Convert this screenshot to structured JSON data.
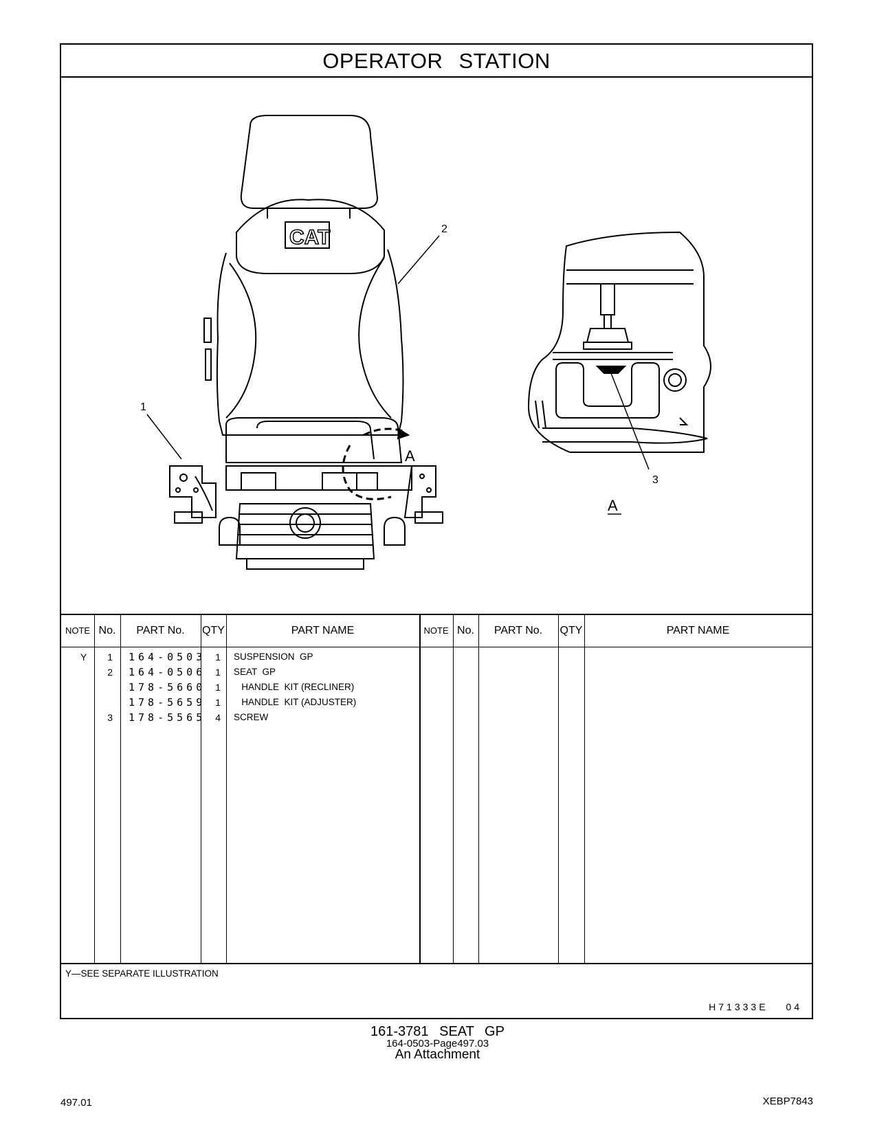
{
  "header": {
    "title": "OPERATOR   STATION"
  },
  "illustration": {
    "callouts": [
      "1",
      "2",
      "3"
    ],
    "view_label": "A",
    "detail_label": "A",
    "seat_logo": "CAT"
  },
  "table": {
    "headers": [
      "NOTE",
      "No.",
      "PART No.",
      "QTY",
      "PART NAME",
      "NOTE",
      "No.",
      "PART No.",
      "QTY",
      "PART NAME"
    ],
    "rows": [
      {
        "note": "Y",
        "no": "1",
        "part_no": "164-0503",
        "qty": "1",
        "name": "SUSPENSION  GP"
      },
      {
        "note": "",
        "no": "2",
        "part_no": "164-0506",
        "qty": "1",
        "name": "SEAT  GP"
      },
      {
        "note": "",
        "no": "",
        "part_no": "178-5660",
        "qty": "1",
        "name": "   HANDLE  KIT (RECLINER)"
      },
      {
        "note": "",
        "no": "",
        "part_no": "178-5659",
        "qty": "1",
        "name": "   HANDLE  KIT (ADJUSTER)"
      },
      {
        "note": "",
        "no": "3",
        "part_no": "178-5565",
        "qty": "4",
        "name": "SCREW"
      }
    ]
  },
  "footnote": "Y—SEE  SEPARATE  ILLUSTRATION",
  "illustration_code": "H71333E  04",
  "caption": {
    "line1": "161-3781  SEAT  GP",
    "line2": "164-0503-Page497.03",
    "line3": "An Attachment"
  },
  "page_number": "497.01",
  "doc_number": "XEBP7843"
}
